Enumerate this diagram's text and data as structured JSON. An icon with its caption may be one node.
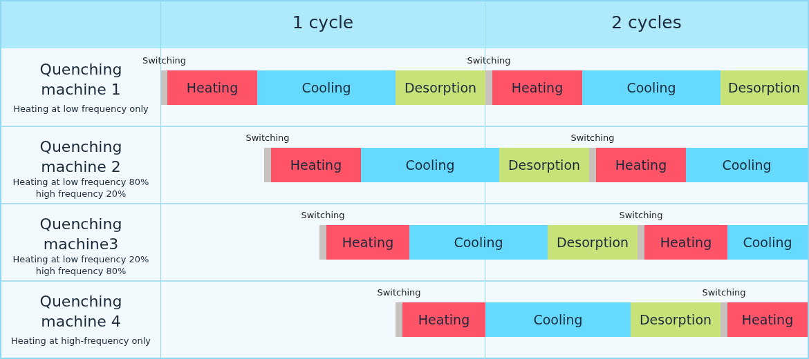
{
  "diagram": {
    "nodes": [
      {
        "text": [],
        "shape": "bar",
        "beside": [
          "Switching"
        ]
      },
      {
        "text": [
          "Heating"
        ]
      },
      {
        "text": [
          "Cooling"
        ]
      },
      {
        "text": [
          "Desorption"
        ]
      },
      {
        "text": [],
        "shape": "bar",
        "beside": [
          "Switching"
        ]
      },
      {
        "text": [
          "Heating"
        ]
      },
      {
        "text": [
          "Cooling"
        ]
      },
      {
        "text": [
          "Desorption"
        ]
      },
      {
        "text": [],
        "shape": "bar",
        "beside": [
          "Switching"
        ]
      },
      {
        "text": [
          "Heating"
        ]
      },
      {
        "text": [
          "Cooling"
        ]
      },
      {
        "text": [
          "Desorption"
        ]
      },
      {
        "text": [],
        "shape": "bar",
        "beside": [
          "Switching"
        ]
      },
      {
        "text": [
          "Heating"
        ]
      },
      {
        "text": [
          "Cooling"
        ]
      },
      {
        "text": [],
        "shape": "bar",
        "beside": [
          "Switching"
        ]
      },
      {
        "text": [
          "Heating"
        ]
      },
      {
        "text": [
          "Cooling"
        ]
      },
      {
        "text": [
          "Desorption"
        ]
      },
      {
        "text": [],
        "shape": "bar",
        "beside": [
          "Switching"
        ]
      },
      {
        "text": [
          "Heating"
        ]
      },
      {
        "text": [
          "Cooling"
        ]
      },
      {
        "text": [],
        "shape": "bar",
        "beside": [
          "Switching"
        ]
      },
      {
        "text": [
          "Heating"
        ]
      },
      {
        "text": [
          "Cooling"
        ]
      },
      {
        "text": [
          "Desorption"
        ]
      },
      {
        "text": [],
        "shape": "bar",
        "beside": [
          "Switching"
        ]
      },
      {
        "text": [
          "Heating"
        ]
      }
    ],
    "labels": [
      "1 cycle",
      "2 cycles",
      "Quenching machine 1",
      "Heating at low frequency only",
      "Quenching machine 2",
      "Heating at low frequency 80% high frequency 20%",
      "Quenching machine3",
      "Heating at low frequency 20% high frequency 80%",
      "Quenching machine 4",
      "Heating at high-frequency only"
    ]
  }
}
